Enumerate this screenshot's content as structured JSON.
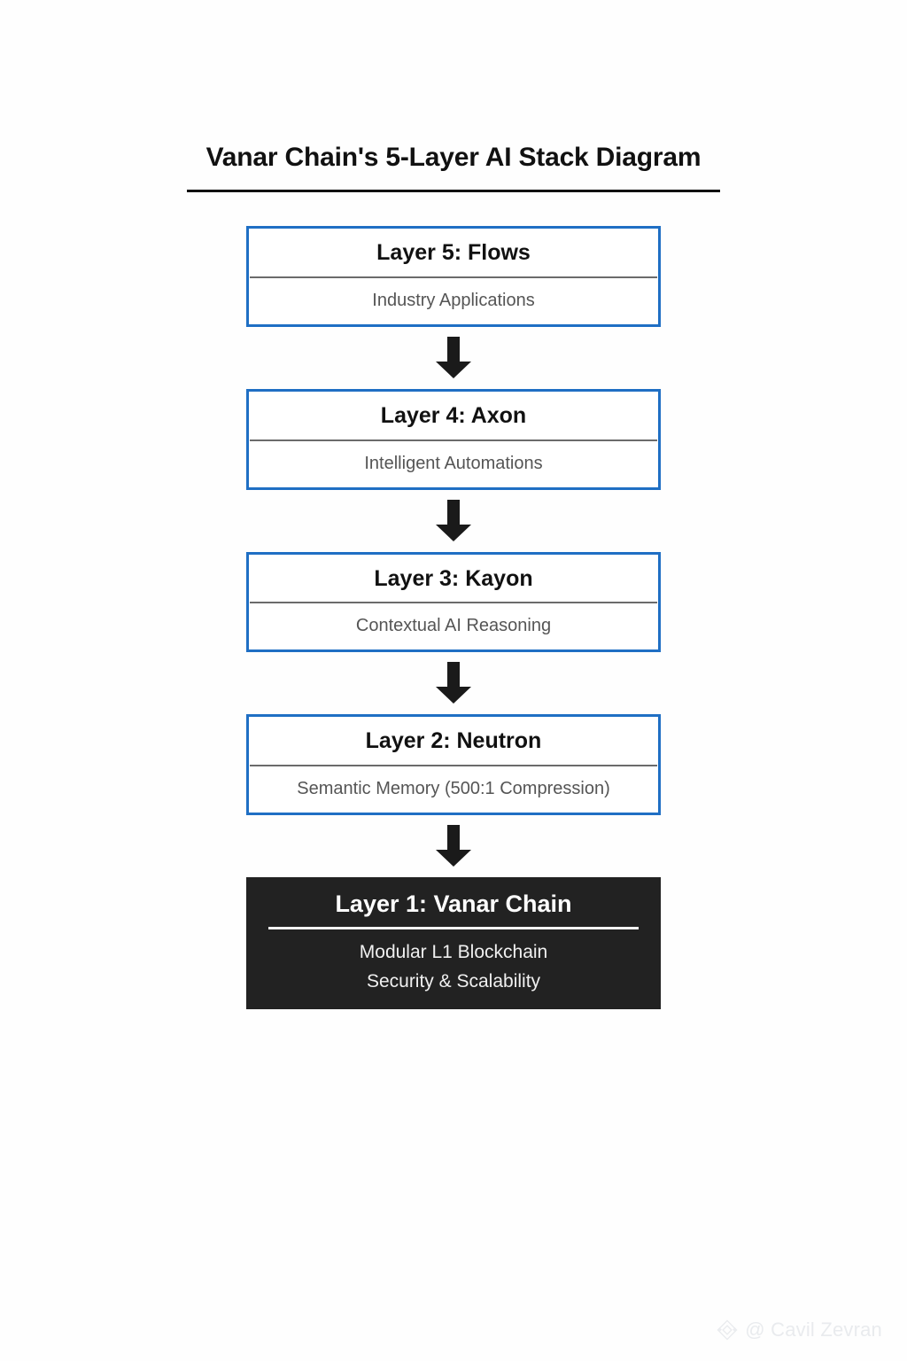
{
  "page": {
    "background_color": "#fefefe",
    "accent_color": "#1f6fc4",
    "dark_color": "#222222",
    "title": "Vanar Chain's 5-Layer AI Stack Diagram"
  },
  "diagram": {
    "type": "layered-stack",
    "direction": "top-to-bottom",
    "connector": "down-arrow",
    "layers": [
      {
        "id": "layer-5",
        "title": "Layer 5: Flows",
        "subtitle": "Industry Applications",
        "style": "outlined",
        "border_color": "#1f6fc4"
      },
      {
        "id": "layer-4",
        "title": "Layer 4: Axon",
        "subtitle": "Intelligent Automations",
        "style": "outlined",
        "border_color": "#1f6fc4"
      },
      {
        "id": "layer-3",
        "title": "Layer 3: Kayon",
        "subtitle": "Contextual AI Reasoning",
        "style": "outlined",
        "border_color": "#1f6fc4"
      },
      {
        "id": "layer-2",
        "title": "Layer 2: Neutron",
        "subtitle": "Semantic Memory (500:1 Compression)",
        "style": "outlined",
        "border_color": "#1f6fc4"
      },
      {
        "id": "layer-1",
        "title": "Layer 1: Vanar Chain",
        "subtitle_line_1": "Modular L1 Blockchain",
        "subtitle_line_2": "Security & Scalability",
        "style": "filled-dark",
        "fill_color": "#222222"
      }
    ]
  },
  "watermark": {
    "handle": "@ Cavil Zevran",
    "logo_icon": "diamond-logo-icon"
  }
}
